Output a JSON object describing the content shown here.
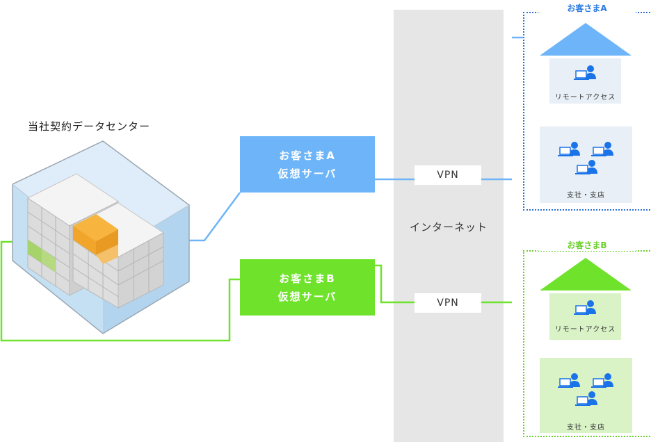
{
  "datacenter": {
    "title": "当社契約データセンター"
  },
  "internet": {
    "label": "インターネット"
  },
  "virtual_servers": [
    {
      "line1": "お客さまA",
      "line2": "仮想サーバ"
    },
    {
      "line1": "お客さまB",
      "line2": "仮想サーバ"
    }
  ],
  "vpn": {
    "a": "VPN",
    "b": "VPN"
  },
  "customers": [
    {
      "title": "お客さまA",
      "remote": "リモートアクセス",
      "branch": "支社・支店"
    },
    {
      "title": "お客さまB",
      "remote": "リモートアクセス",
      "branch": "支社・支店"
    }
  ],
  "colors": {
    "blue": "#6db5f8",
    "green": "#6fe22c",
    "dark_blue": "#2a6fd8",
    "person_blue": "#1a73e8"
  }
}
